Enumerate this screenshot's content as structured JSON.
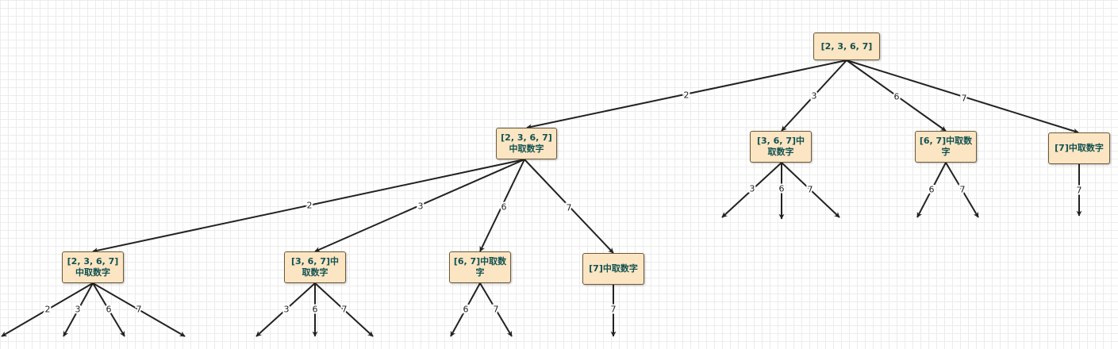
{
  "diagram": {
    "nodes": {
      "root": "[2, 3, 6, 7]",
      "l1a": "[2, 3, 6, 7]中取数字",
      "l1b": "[3, 6, 7]中取数字",
      "l1c": "[6, 7]中取数字",
      "l1d": "[7]中取数字",
      "l2a": "[2, 3, 6, 7]中取数字",
      "l2b": "[3, 6, 7]中取数字",
      "l2c": "[6, 7]中取数字",
      "l2d": "[7]中取数字"
    },
    "edge_labels": {
      "root_l1a": "2",
      "root_l1b": "3",
      "root_l1c": "6",
      "root_l1d": "7",
      "l1a_l2a": "2",
      "l1a_l2b": "3",
      "l1a_l2c": "6",
      "l1a_l2d": "7",
      "l1b_s1": "3",
      "l1b_s2": "6",
      "l1b_s3": "7",
      "l1c_s1": "6",
      "l1c_s2": "7",
      "l1d_s1": "7",
      "l2a_s1": "2",
      "l2a_s2": "3",
      "l2a_s3": "6",
      "l2a_s4": "7",
      "l2b_s1": "3",
      "l2b_s2": "6",
      "l2b_s3": "7",
      "l2c_s1": "6",
      "l2c_s2": "7",
      "l2d_s1": "7"
    }
  }
}
